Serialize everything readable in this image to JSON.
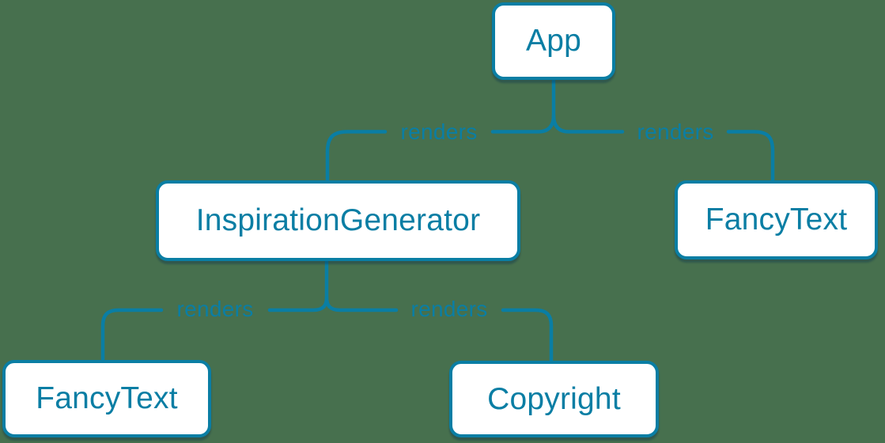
{
  "colors": {
    "background": "#47704e",
    "accent": "#0a7ea4",
    "node_fill": "#ffffff"
  },
  "diagram": {
    "type": "render-tree",
    "nodes": [
      {
        "id": "app",
        "label": "App"
      },
      {
        "id": "inspiration-generator",
        "label": "InspirationGenerator"
      },
      {
        "id": "fancy-text-top-right",
        "label": "FancyText"
      },
      {
        "id": "fancy-text-bottom-left",
        "label": "FancyText"
      },
      {
        "id": "copyright",
        "label": "Copyright"
      }
    ],
    "edges": [
      {
        "from": "App",
        "to": "InspirationGenerator",
        "label": "renders"
      },
      {
        "from": "App",
        "to": "FancyText",
        "label": "renders"
      },
      {
        "from": "InspirationGenerator",
        "to": "FancyText",
        "label": "renders"
      },
      {
        "from": "InspirationGenerator",
        "to": "Copyright",
        "label": "renders"
      }
    ]
  }
}
